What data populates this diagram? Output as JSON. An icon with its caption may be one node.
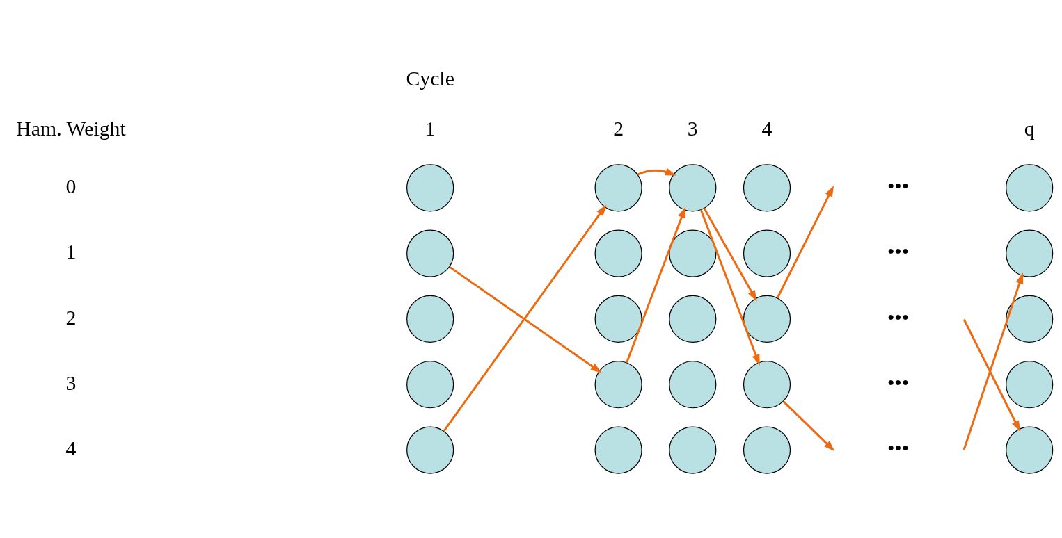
{
  "diagram": {
    "nodes": [
      {
        "text": [],
        "shape": "circle"
      },
      {
        "text": [],
        "shape": "circle"
      },
      {
        "text": [],
        "shape": "circle"
      },
      {
        "text": [],
        "shape": "circle"
      },
      {
        "text": [],
        "shape": "circle"
      },
      {
        "text": [],
        "shape": "circle"
      },
      {
        "text": [],
        "shape": "circle"
      },
      {
        "text": [],
        "shape": "circle"
      },
      {
        "text": [],
        "shape": "circle"
      },
      {
        "text": [],
        "shape": "circle"
      },
      {
        "text": [],
        "shape": "circle"
      },
      {
        "text": [],
        "shape": "circle"
      },
      {
        "text": [],
        "shape": "circle"
      },
      {
        "text": [],
        "shape": "circle"
      },
      {
        "text": [],
        "shape": "circle"
      },
      {
        "text": [],
        "shape": "circle"
      },
      {
        "text": [],
        "shape": "circle"
      },
      {
        "text": [],
        "shape": "circle"
      },
      {
        "text": [],
        "shape": "circle"
      },
      {
        "text": [],
        "shape": "circle"
      },
      {
        "text": [],
        "shape": "circle"
      },
      {
        "text": [],
        "shape": "circle"
      },
      {
        "text": [],
        "shape": "circle"
      },
      {
        "text": [],
        "shape": "circle"
      },
      {
        "text": [],
        "shape": "circle"
      }
    ],
    "edges": [
      {
        "from": 5,
        "to": 16,
        "arrow": "to"
      },
      {
        "from": 20,
        "to": 1,
        "arrow": "to"
      },
      {
        "from": 1,
        "to": 2,
        "arrow": "to"
      },
      {
        "from": 16,
        "to": 2,
        "arrow": "to"
      },
      {
        "from": 2,
        "to": 13,
        "arrow": "to"
      },
      {
        "from": 2,
        "to": 18,
        "arrow": "to"
      },
      {
        "from": 13,
        "to": null,
        "arrow": "to"
      },
      {
        "from": 18,
        "to": null,
        "arrow": "to"
      },
      {
        "from": null,
        "to": 24,
        "arrow": "to"
      },
      {
        "from": null,
        "to": 9,
        "arrow": "to"
      }
    ],
    "labels": [
      "Cycle",
      "Ham. Weight",
      "1",
      "2",
      "3",
      "4",
      "q",
      "0",
      "•••",
      "1",
      "•••",
      "2",
      "•••",
      "3",
      "•••",
      "4",
      "•••"
    ]
  }
}
